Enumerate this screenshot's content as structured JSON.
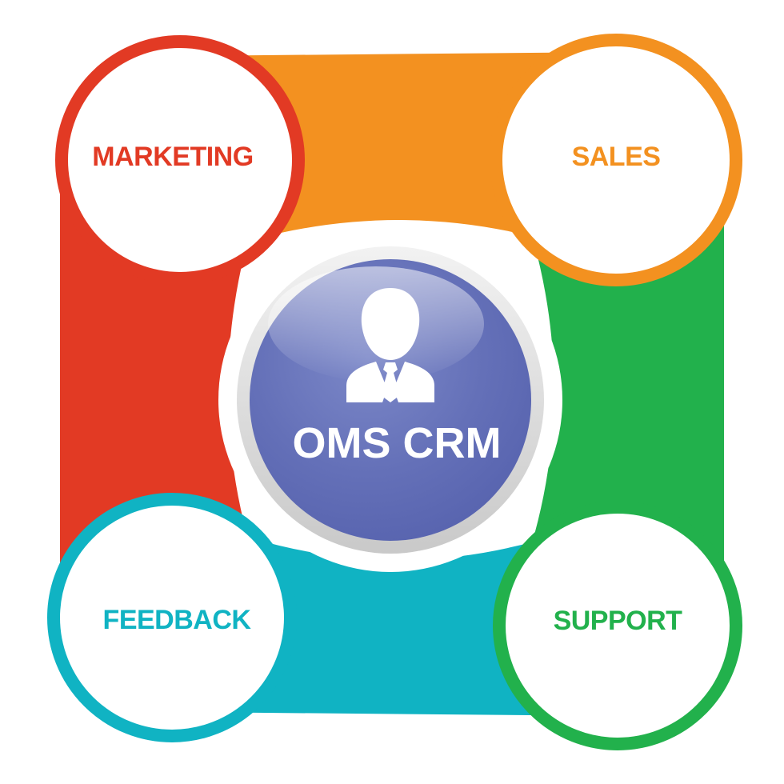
{
  "center": {
    "label": "OMS CRM",
    "icon": "businessman-icon",
    "color": "#5f6cb5"
  },
  "nodes": [
    {
      "id": "marketing",
      "label": "MARKETING",
      "color": "#e23a24"
    },
    {
      "id": "sales",
      "label": "SALES",
      "color": "#f39120"
    },
    {
      "id": "support",
      "label": "SUPPORT",
      "color": "#22b14c"
    },
    {
      "id": "feedback",
      "label": "FEEDBACK",
      "color": "#10b3c3"
    }
  ]
}
